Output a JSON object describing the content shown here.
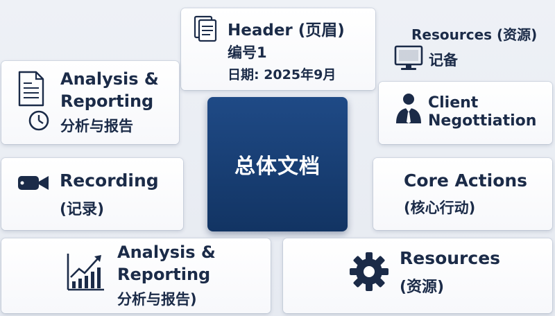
{
  "center": {
    "title": "总体文档"
  },
  "header_card": {
    "title": "Header (页眉)",
    "number": "编号1",
    "date": "日期: 2025年9月",
    "icon": "folder-document-icon"
  },
  "analysis_top": {
    "line1": "Analysis &",
    "line2": "Reporting",
    "line3": "分析与报告",
    "icon": "document-clock-icon"
  },
  "resources_top": {
    "title": "Resources (资源)",
    "subtitle": "记备",
    "icon": "monitor-icon"
  },
  "client": {
    "line1": "Client",
    "line2": "Negottiation",
    "icon": "businessman-icon"
  },
  "recording": {
    "line1": "Recording",
    "line2": "(记录)",
    "icon": "video-camera-icon"
  },
  "core_actions": {
    "line1": "Core Actions",
    "line2": "(核心行动)"
  },
  "analysis_bottom": {
    "line1": "Analysis &",
    "line2": "Reporting",
    "line3": "分析与报告)",
    "icon": "bar-chart-trend-icon"
  },
  "resources_bottom": {
    "line1": "Resources",
    "line2": "(资源)",
    "icon": "gear-icon"
  },
  "colors": {
    "center_bg": "#1a4277",
    "text": "#1b2b48",
    "card_bg": "#ffffff",
    "page_bg": "#eaeef4"
  }
}
